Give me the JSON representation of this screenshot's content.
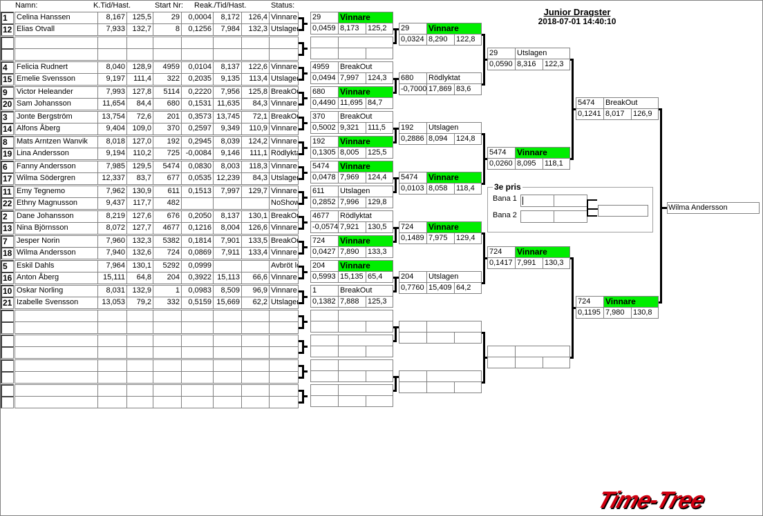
{
  "header": {
    "name": "Namn:",
    "ktid": "K.Tid/Hast.",
    "startnr": "Start Nr:",
    "reak": "Reak./Tid/Hast.",
    "status": "Status:"
  },
  "event": {
    "title": "Junior Dragster",
    "datetime": "2018-07-01 14:40:10"
  },
  "round1": [
    [
      {
        "seed": "1",
        "name": "Celina Hanssen",
        "ktid": "8,167",
        "khast": "125,5",
        "nr": "29",
        "reak": "0,0004",
        "tid": "8,172",
        "hast": "126,4",
        "status": "Vinnare"
      },
      {
        "seed": "12",
        "name": "Elias Otvall",
        "ktid": "7,933",
        "khast": "132,7",
        "nr": "8",
        "reak": "0,1256",
        "tid": "7,984",
        "hast": "132,3",
        "status": "Utslagen"
      }
    ],
    [
      {},
      {}
    ],
    [
      {
        "seed": "4",
        "name": "Felicia Rudnert",
        "ktid": "8,040",
        "khast": "128,9",
        "nr": "4959",
        "reak": "0,0104",
        "tid": "8,137",
        "hast": "122,6",
        "status": "Vinnare"
      },
      {
        "seed": "15",
        "name": "Emelie  Svensson",
        "ktid": "9,197",
        "khast": "111,4",
        "nr": "322",
        "reak": "0,2035",
        "tid": "9,135",
        "hast": "113,4",
        "status": "Utslagen"
      }
    ],
    [
      {
        "seed": "9",
        "name": "Victor Heleander",
        "ktid": "7,993",
        "khast": "127,8",
        "nr": "5114",
        "reak": "0,2220",
        "tid": "7,956",
        "hast": "125,8",
        "status": "BreakOut"
      },
      {
        "seed": "20",
        "name": "Sam  Johansson",
        "ktid": "11,654",
        "khast": "84,4",
        "nr": "680",
        "reak": "0,1531",
        "tid": "11,635",
        "hast": "84,3",
        "status": "Vinnare"
      }
    ],
    [
      {
        "seed": "3",
        "name": "Jonte Bergström",
        "ktid": "13,754",
        "khast": "72,6",
        "nr": "201",
        "reak": "0,3573",
        "tid": "13,745",
        "hast": "72,1",
        "status": "BreakOut"
      },
      {
        "seed": "14",
        "name": "Alfons Åberg",
        "ktid": "9,404",
        "khast": "109,0",
        "nr": "370",
        "reak": "0,2597",
        "tid": "9,349",
        "hast": "110,9",
        "status": "Vinnare"
      }
    ],
    [
      {
        "seed": "8",
        "name": "Mats Arntzen Wanvik",
        "ktid": "8,018",
        "khast": "127,0",
        "nr": "192",
        "reak": "0,2945",
        "tid": "8,039",
        "hast": "124,2",
        "status": "Vinnare"
      },
      {
        "seed": "19",
        "name": "Lina Andersson",
        "ktid": "9,194",
        "khast": "110,2",
        "nr": "725",
        "reak": "-0,0084",
        "tid": "9,146",
        "hast": "111,1",
        "status": "Rödlyktat"
      }
    ],
    [
      {
        "seed": "6",
        "name": "Fanny Andersson",
        "ktid": "7,985",
        "khast": "129,5",
        "nr": "5474",
        "reak": "0,0830",
        "tid": "8,003",
        "hast": "118,3",
        "status": "Vinnare"
      },
      {
        "seed": "17",
        "name": "Wilma Södergren",
        "ktid": "12,337",
        "khast": "83,7",
        "nr": "677",
        "reak": "0,0535",
        "tid": "12,239",
        "hast": "84,3",
        "status": "Utslagen"
      }
    ],
    [
      {
        "seed": "11",
        "name": "Emy Tegnemo",
        "ktid": "7,962",
        "khast": "130,9",
        "nr": "611",
        "reak": "0,1513",
        "tid": "7,997",
        "hast": "129,7",
        "status": "Vinnare"
      },
      {
        "seed": "22",
        "name": "Ethny Magnusson",
        "ktid": "9,437",
        "khast": "117,7",
        "nr": "482",
        "reak": "",
        "tid": "",
        "hast": "",
        "status": "NoShow"
      }
    ],
    [
      {
        "seed": "2",
        "name": "Dane Johansson",
        "ktid": "8,219",
        "khast": "127,6",
        "nr": "676",
        "reak": "0,2050",
        "tid": "8,137",
        "hast": "130,1",
        "status": "BreakOut"
      },
      {
        "seed": "13",
        "name": "Nina Björnsson",
        "ktid": "8,072",
        "khast": "127,7",
        "nr": "4677",
        "reak": "0,1216",
        "tid": "8,004",
        "hast": "126,6",
        "status": "Vinnare"
      }
    ],
    [
      {
        "seed": "7",
        "name": "Jesper Norin",
        "ktid": "7,960",
        "khast": "132,3",
        "nr": "5382",
        "reak": "0,1814",
        "tid": "7,901",
        "hast": "133,5",
        "status": "BreakOut"
      },
      {
        "seed": "18",
        "name": "Wilma Andersson",
        "ktid": "7,940",
        "khast": "132,6",
        "nr": "724",
        "reak": "0,0869",
        "tid": "7,911",
        "hast": "133,4",
        "status": "Vinnare"
      }
    ],
    [
      {
        "seed": "5",
        "name": "Eskil Dahls",
        "ktid": "7,964",
        "khast": "130,1",
        "nr": "5292",
        "reak": "0,0999",
        "tid": "",
        "hast": "",
        "status": "Avbröt lopp"
      },
      {
        "seed": "16",
        "name": "Anton Åberg",
        "ktid": "15,111",
        "khast": "64,8",
        "nr": "204",
        "reak": "0,3922",
        "tid": "15,113",
        "hast": "66,6",
        "status": "Vinnare"
      }
    ],
    [
      {
        "seed": "10",
        "name": "Oskar Norling",
        "ktid": "8,031",
        "khast": "132,9",
        "nr": "1",
        "reak": "0,0983",
        "tid": "8,509",
        "hast": "96,9",
        "status": "Vinnare"
      },
      {
        "seed": "21",
        "name": "Izabelle Svensson",
        "ktid": "13,053",
        "khast": "79,2",
        "nr": "332",
        "reak": "0,5159",
        "tid": "15,669",
        "hast": "62,2",
        "status": "Utslagen"
      }
    ],
    [
      {},
      {}
    ],
    [
      {},
      {}
    ],
    [
      {},
      {}
    ],
    [
      {},
      {}
    ]
  ],
  "round2": [
    {
      "nr": "29",
      "status": "Vinnare",
      "reak": "0,0459",
      "tid": "8,173",
      "hast": "125,2"
    },
    {},
    {
      "nr": "4959",
      "status": "BreakOut",
      "reak": "0,0494",
      "tid": "7,997",
      "hast": "124,3"
    },
    {
      "nr": "680",
      "status": "Vinnare",
      "reak": "0,4490",
      "tid": "11,695",
      "hast": "84,7"
    },
    {
      "nr": "370",
      "status": "BreakOut",
      "reak": "0,5002",
      "tid": "9,321",
      "hast": "111,5"
    },
    {
      "nr": "192",
      "status": "Vinnare",
      "reak": "0,1305",
      "tid": "8,005",
      "hast": "125,5"
    },
    {
      "nr": "5474",
      "status": "Vinnare",
      "reak": "0,0478",
      "tid": "7,969",
      "hast": "124,4"
    },
    {
      "nr": "611",
      "status": "Utslagen",
      "reak": "0,2852",
      "tid": "7,996",
      "hast": "129,8"
    },
    {
      "nr": "4677",
      "status": "Rödlyktat",
      "reak": "-0,0574",
      "tid": "7,921",
      "hast": "130,5"
    },
    {
      "nr": "724",
      "status": "Vinnare",
      "reak": "0,0427",
      "tid": "7,890",
      "hast": "133,3"
    },
    {
      "nr": "204",
      "status": "Vinnare",
      "reak": "0,5993",
      "tid": "15,135",
      "hast": "65,4"
    },
    {
      "nr": "1",
      "status": "BreakOut",
      "reak": "0,1382",
      "tid": "7,888",
      "hast": "125,3"
    },
    {},
    {},
    {},
    {}
  ],
  "round3": [
    {
      "nr": "29",
      "status": "Vinnare",
      "reak": "0,0324",
      "tid": "8,290",
      "hast": "122,8"
    },
    {
      "nr": "680",
      "status": "Rödlyktat",
      "reak": "-0,7000",
      "tid": "17,869",
      "hast": "83,6"
    },
    {
      "nr": "192",
      "status": "Utslagen",
      "reak": "0,2886",
      "tid": "8,094",
      "hast": "124,8"
    },
    {
      "nr": "5474",
      "status": "Vinnare",
      "reak": "0,0103",
      "tid": "8,058",
      "hast": "118,4"
    },
    {
      "nr": "724",
      "status": "Vinnare",
      "reak": "0,1489",
      "tid": "7,975",
      "hast": "129,4"
    },
    {
      "nr": "204",
      "status": "Utslagen",
      "reak": "0,7760",
      "tid": "15,409",
      "hast": "64,2"
    },
    {},
    {}
  ],
  "round4": [
    {
      "nr": "29",
      "status": "Utslagen",
      "reak": "0,0590",
      "tid": "8,316",
      "hast": "122,3"
    },
    {
      "nr": "5474",
      "status": "Vinnare",
      "reak": "0,0260",
      "tid": "8,095",
      "hast": "118,1"
    },
    {
      "nr": "724",
      "status": "Vinnare",
      "reak": "0,1417",
      "tid": "7,991",
      "hast": "130,3"
    },
    {}
  ],
  "round5": [
    {
      "nr": "5474",
      "status": "BreakOut",
      "reak": "0,1241",
      "tid": "8,017",
      "hast": "126,9"
    },
    {
      "nr": "724",
      "status": "Vinnare",
      "reak": "0,1195",
      "tid": "7,980",
      "hast": "130,8"
    }
  ],
  "winner": "Wilma Andersson",
  "third_place": {
    "title": "3e pris",
    "lane1": "Bana 1",
    "lane2": "Bana 2"
  },
  "logo_text": "Time-Tree",
  "colors": {
    "winner_bg": "#00ee00",
    "logo": "#d00010"
  }
}
